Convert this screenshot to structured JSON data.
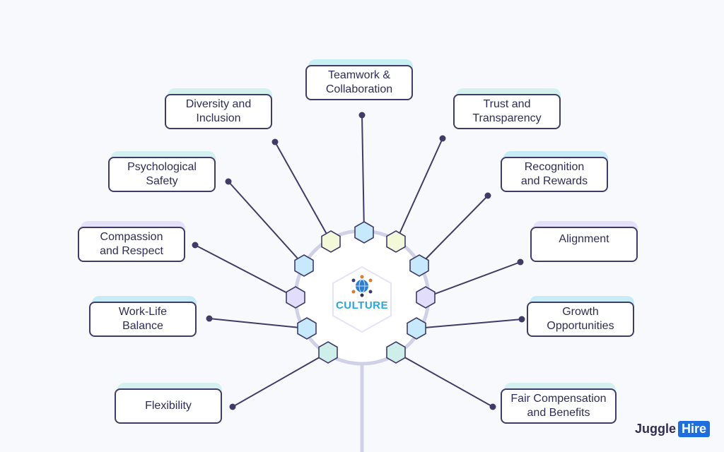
{
  "center": {
    "label": "CULTURE",
    "icon": "globe-people-icon"
  },
  "branches": [
    {
      "id": "teamwork",
      "label": "Teamwork &\nCollaboration",
      "hex_color": "#c6e9fb",
      "accent": "#c7f0f4"
    },
    {
      "id": "diversity",
      "label": "Diversity and\nInclusion",
      "hex_color": "#f3f9d8",
      "accent": "#d3f1ee"
    },
    {
      "id": "trust",
      "label": "Trust and\nTransparency",
      "hex_color": "#f3f9d8",
      "accent": "#d3f1ee"
    },
    {
      "id": "psych",
      "label": "Psychological\nSafety",
      "hex_color": "#c6e9fb",
      "accent": "#d3f1ee"
    },
    {
      "id": "recognition",
      "label": "Recognition\nand Rewards",
      "hex_color": "#c6e9fb",
      "accent": "#c7ecf7"
    },
    {
      "id": "compassion",
      "label": "Compassion\nand Respect",
      "hex_color": "#e1ddfa",
      "accent": "#e6e1fb"
    },
    {
      "id": "alignment",
      "label": "Alignment",
      "hex_color": "#e1ddfa",
      "accent": "#e6e1fb"
    },
    {
      "id": "worklife",
      "label": "Work-Life\nBalance",
      "hex_color": "#c6e9fb",
      "accent": "#c7ecf7"
    },
    {
      "id": "growth",
      "label": "Growth\nOpportunities",
      "hex_color": "#c6e9fb",
      "accent": "#c7ecf7"
    },
    {
      "id": "flexibility",
      "label": "Flexibility",
      "hex_color": "#cdeee9",
      "accent": "#d3f1ee"
    },
    {
      "id": "compensation",
      "label": "Fair Compensation\nand Benefits",
      "hex_color": "#cdeee9",
      "accent": "#d3f1ee"
    }
  ],
  "brand": {
    "name_part1": "Juggle",
    "name_part2": "Hire",
    "accent": "#1d6fe0"
  },
  "colors": {
    "line": "#3f3d68",
    "ring": "#cfd2e6",
    "text": "#2f2d57",
    "center_text": "#27a8dc"
  }
}
